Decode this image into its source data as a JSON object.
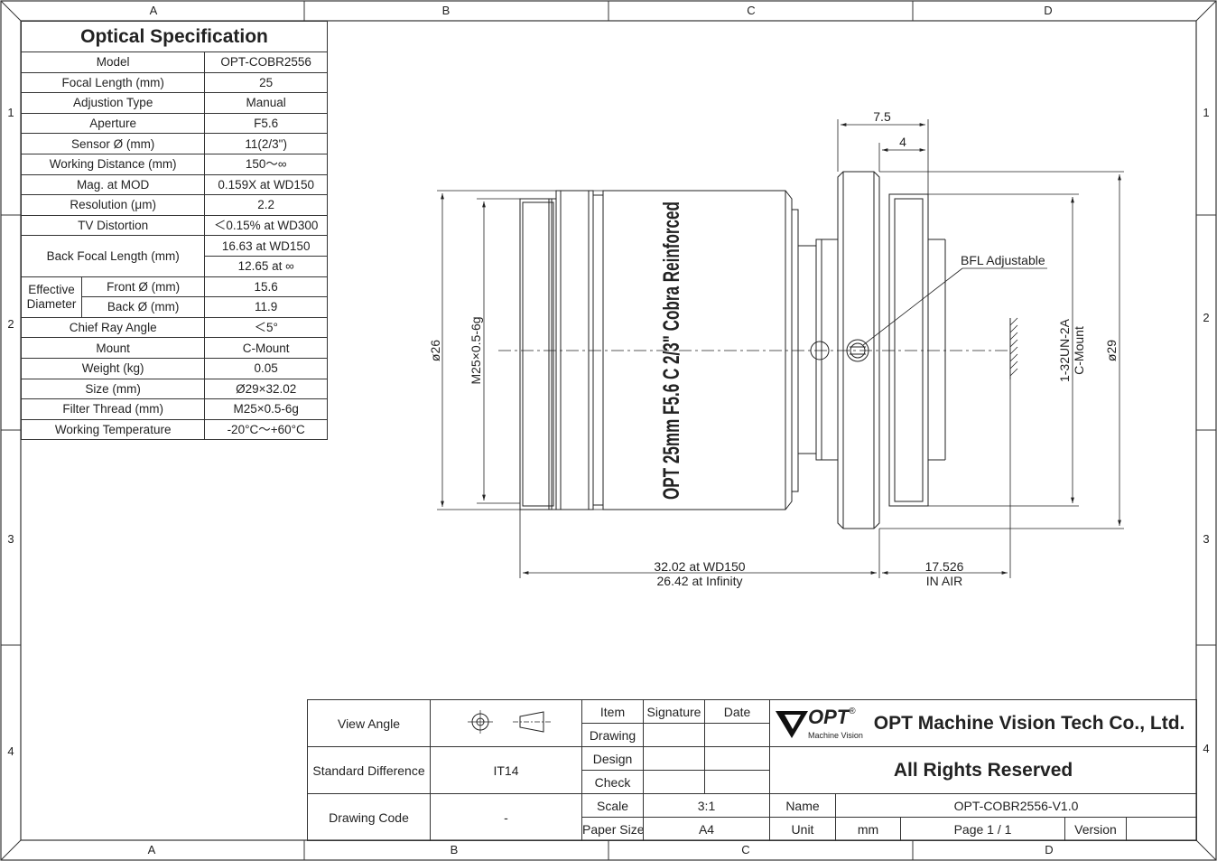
{
  "zones": {
    "columns": [
      "A",
      "B",
      "C",
      "D"
    ],
    "rows": [
      "1",
      "2",
      "3",
      "4"
    ]
  },
  "spec": {
    "title": "Optical Specification",
    "rows": [
      {
        "label": "Model",
        "value": "OPT-COBR2556"
      },
      {
        "label": "Focal Length (mm)",
        "value": "25"
      },
      {
        "label": "Adjustion Type",
        "value": "Manual"
      },
      {
        "label": "Aperture",
        "value": "F5.6"
      },
      {
        "label": "Sensor Ø (mm)",
        "value": "11(2/3\")"
      },
      {
        "label": "Working Distance (mm)",
        "value": "150～∞"
      },
      {
        "label": "Mag. at MOD",
        "value": "0.159X at WD150"
      },
      {
        "label": "Resolution (μm)",
        "value": "2.2"
      },
      {
        "label": "TV Distortion",
        "value": "＜0.15% at WD300"
      }
    ],
    "bfl": {
      "label": "Back Focal Length (mm)",
      "value1": "16.63 at WD150",
      "value2": "12.65 at ∞"
    },
    "eff": {
      "group": "Effective Diameter",
      "front_label": "Front Ø (mm)",
      "front_value": "15.6",
      "back_label": "Back Ø (mm)",
      "back_value": "11.9"
    },
    "rows2": [
      {
        "label": "Chief Ray Angle",
        "value": "＜5°"
      },
      {
        "label": "Mount",
        "value": "C-Mount"
      },
      {
        "label": "Weight (kg)",
        "value": "0.05"
      },
      {
        "label": "Size (mm)",
        "value": "Ø29×32.02"
      },
      {
        "label": "Filter Thread (mm)",
        "value": "M25×0.5-6g"
      },
      {
        "label": "Working Temperature",
        "value": "-20°C～+60°C"
      }
    ]
  },
  "drawing": {
    "lens_text": "OPT 25mm F5.6 C 2/3\" Cobra Reinforced",
    "dim_7_5": "7.5",
    "dim_4": "4",
    "bfl_adjustable": "BFL Adjustable",
    "dia_26": "ø26",
    "thread_m25": "M25×0.5-6g",
    "dia_29": "ø29",
    "mount_thread": "1-32UN-2A",
    "mount_name": "C-Mount",
    "length_wd150": "32.02 at WD150",
    "length_inf": "26.42 at Infinity",
    "bfl_value": "17.526",
    "bfl_air": "IN AIR"
  },
  "title_block": {
    "view_angle": "View Angle",
    "standard_difference": "Standard Difference",
    "std_value": "IT14",
    "drawing_code": "Drawing Code",
    "code_value": "-",
    "item": "Item",
    "signature": "Signature",
    "date": "Date",
    "drawing": "Drawing",
    "design": "Design",
    "check": "Check",
    "scale": "Scale",
    "scale_value": "3:1",
    "paper_size": "Paper Size",
    "paper_value": "A4",
    "logo_text": "OPT",
    "logo_sub": "Machine Vision",
    "company": "OPT Machine Vision Tech Co., Ltd.",
    "rights": "All Rights Reserved",
    "name": "Name",
    "name_value": "OPT-COBR2556-V1.0",
    "unit": "Unit",
    "unit_value": "mm",
    "page": "Page  1 / 1",
    "version": "Version",
    "version_value": ""
  }
}
